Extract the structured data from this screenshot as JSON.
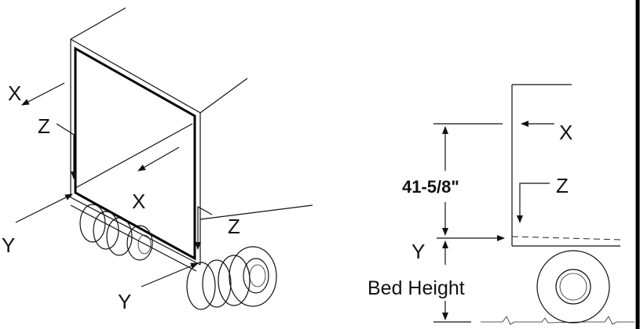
{
  "left_view": {
    "labels": {
      "x_top": "X",
      "z_top": "Z",
      "x_middle": "X",
      "z_bottom": "Z",
      "y_left": "Y",
      "y_bottom": "Y"
    }
  },
  "right_view": {
    "labels": {
      "x": "X",
      "z": "Z",
      "y": "Y"
    },
    "dimension": "41-5/8\"",
    "bed_height": "Bed Height"
  }
}
